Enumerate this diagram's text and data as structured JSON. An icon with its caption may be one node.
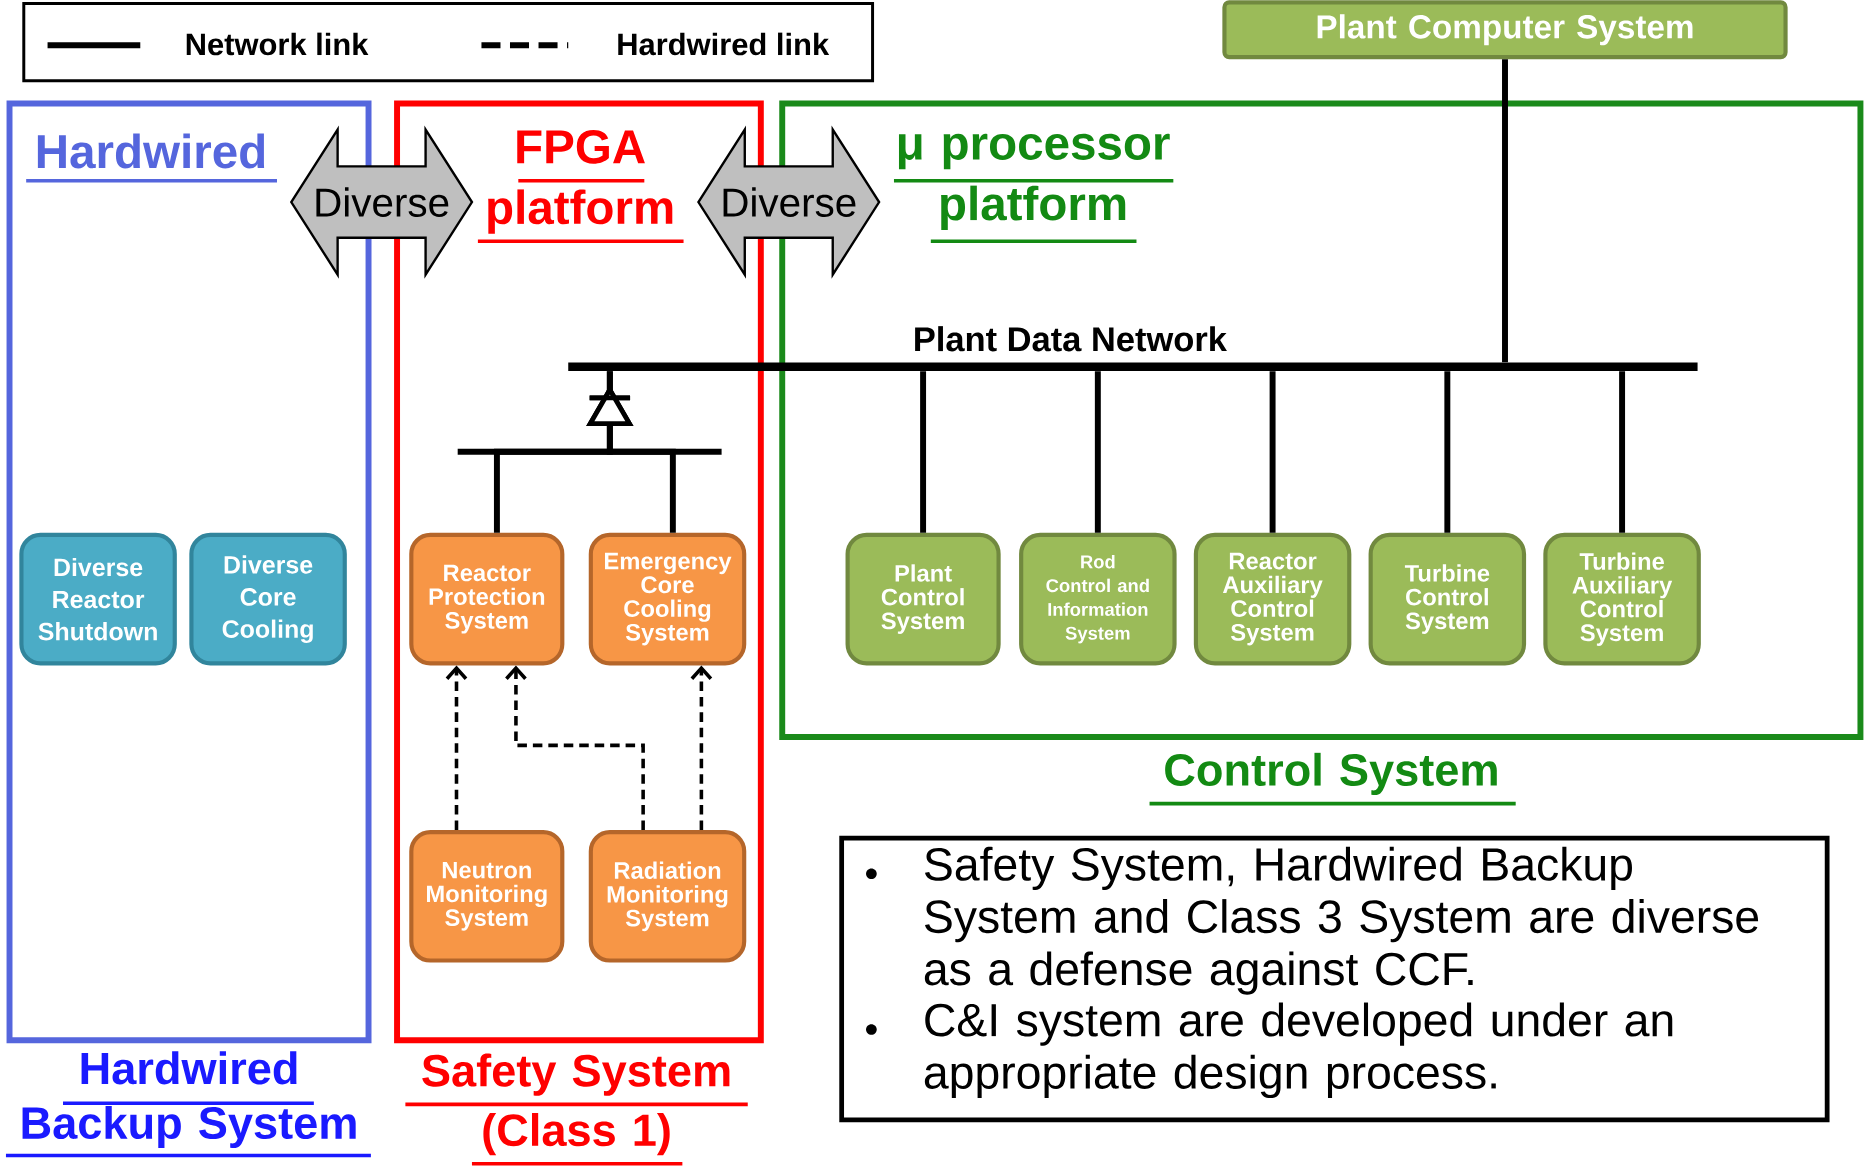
{
  "diagram": {
    "nodes": [
      {
        "text": [
          "Hardwired",
          "Hardwired Backup System"
        ]
      },
      {
        "text": [
          "Diverse Reactor Shutdown"
        ],
        "in": 0
      },
      {
        "text": [
          "Diverse Core Cooling"
        ],
        "in": 0
      },
      {
        "text": [
          "FPGA platform",
          "Safety System (Class 1)"
        ]
      },
      {
        "text": [
          "Reactor Protection System"
        ],
        "in": 3
      },
      {
        "text": [
          "Emergency Core Cooling System"
        ],
        "in": 3
      },
      {
        "text": [
          "Neutron Monitoring System"
        ],
        "in": 3
      },
      {
        "text": [
          "Radiation Monitoring System"
        ],
        "in": 3
      },
      {
        "text": [
          "μ processor platform",
          "Control System"
        ]
      },
      {
        "text": [
          "Plant Control System"
        ],
        "in": 8
      },
      {
        "text": [
          "Rod Control and Information System"
        ],
        "in": 8
      },
      {
        "text": [
          "Reactor Auxiliary Control System"
        ],
        "in": 8
      },
      {
        "text": [
          "Turbine Control System"
        ],
        "in": 8
      },
      {
        "text": [
          "Turbine Auxiliary Control System"
        ],
        "in": 8
      },
      {
        "text": [
          "Plant Computer System"
        ]
      },
      {
        "text": [
          "Diverse"
        ]
      },
      {
        "text": [
          "Diverse"
        ]
      },
      {
        "text": [],
        "shape": "bar"
      }
    ],
    "edges": [
      {
        "from": 14,
        "to": 17,
        "arrow": "none"
      },
      {
        "from": 17,
        "to": 9,
        "arrow": "none"
      },
      {
        "from": 17,
        "to": 10,
        "arrow": "none"
      },
      {
        "from": 17,
        "to": 11,
        "arrow": "none"
      },
      {
        "from": 17,
        "to": 12,
        "arrow": "none"
      },
      {
        "from": 17,
        "to": 13,
        "arrow": "none"
      },
      {
        "from": 4,
        "to": 17,
        "arrow": "to"
      },
      {
        "from": 5,
        "to": 17,
        "arrow": "to"
      },
      {
        "from": 6,
        "to": 4,
        "arrow": "to",
        "style": "dashed"
      },
      {
        "from": 7,
        "to": 4,
        "arrow": "to",
        "style": "dashed"
      },
      {
        "from": 7,
        "to": 5,
        "arrow": "to",
        "style": "dashed"
      }
    ],
    "labels": [
      "Plant Data Network",
      "Safety System, Hardwired Backup System and Class 3 System are diverse as a defense against CCF.",
      "C&I system are developed under an appropriate design process."
    ],
    "legend": [
      {
        "text": "Network link"
      },
      {
        "text": "Hardwired link"
      }
    ]
  }
}
